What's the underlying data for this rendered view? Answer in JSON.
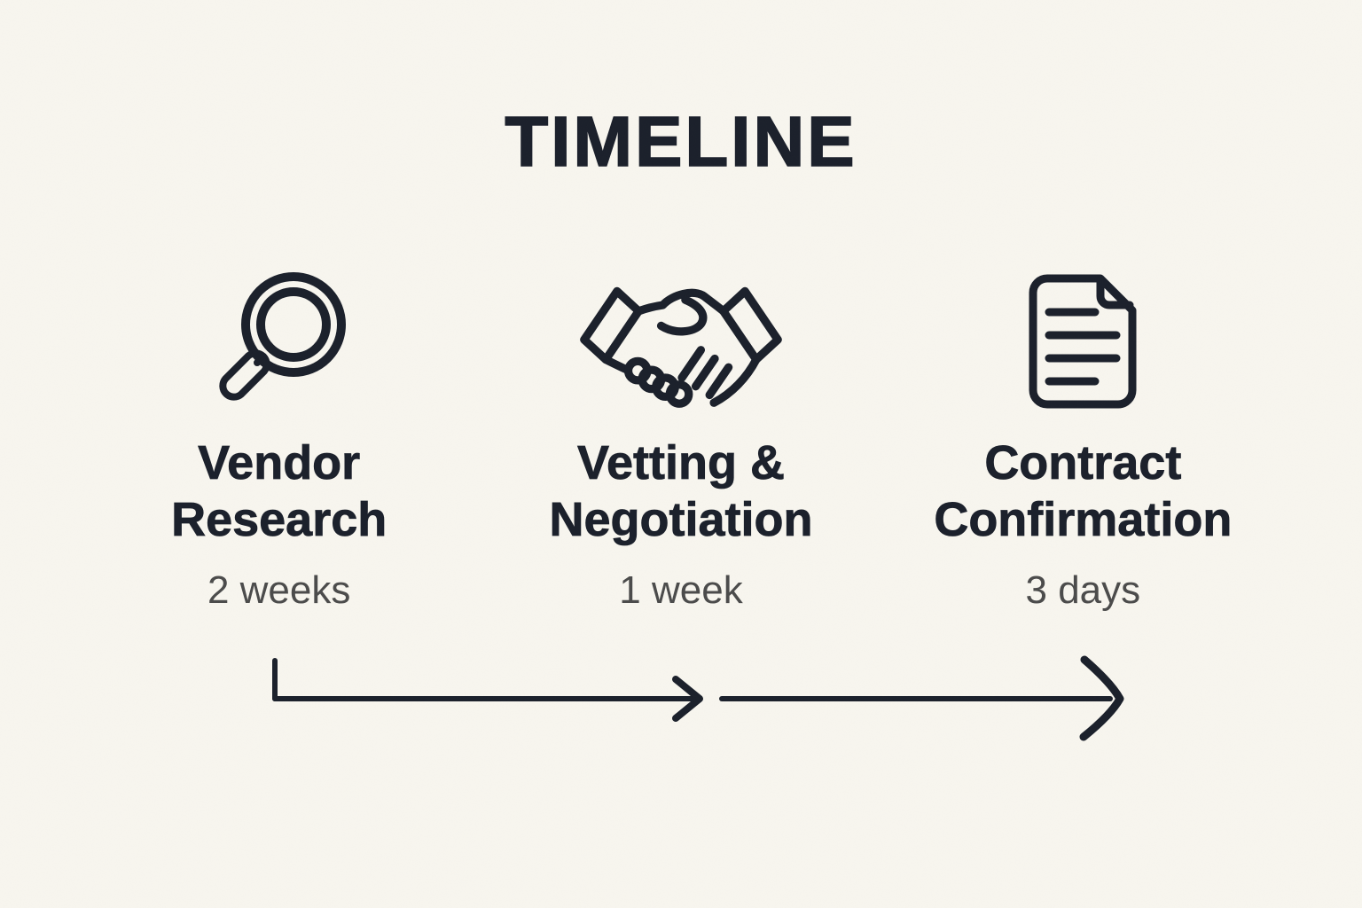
{
  "colors": {
    "background": "#f8f6ef",
    "ink": "#1b202b",
    "muted": "#4b4b4b"
  },
  "title": "TIMELINE",
  "stages": [
    {
      "icon": "magnifying-glass-icon",
      "label_line1": "Vendor",
      "label_line2": "Research",
      "duration": "2 weeks"
    },
    {
      "icon": "handshake-icon",
      "label_line1": "Vetting &",
      "label_line2": "Negotiation",
      "duration": "1 week"
    },
    {
      "icon": "document-icon",
      "label_line1": "Contract",
      "label_line2": "Confirmation",
      "duration": "3 days"
    }
  ]
}
